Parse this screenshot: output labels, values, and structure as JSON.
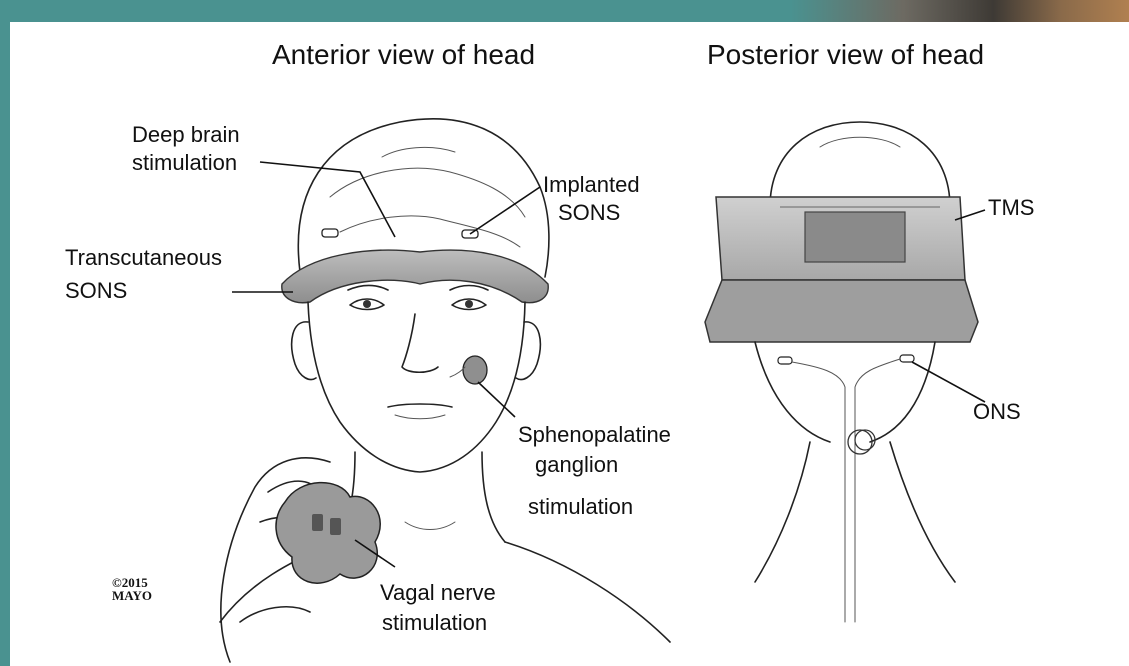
{
  "anterior": {
    "title": "Anterior view of head",
    "labels": {
      "dbs": [
        "Deep brain",
        "stimulation"
      ],
      "implanted_sons": [
        "Implanted",
        "SONS"
      ],
      "transcutaneous_sons": [
        "Transcutaneous",
        "SONS"
      ],
      "sphenopalatine": [
        "Sphenopalatine",
        "ganglion",
        "stimulation"
      ],
      "vagal": [
        "Vagal nerve",
        "stimulation"
      ]
    },
    "copyright": [
      "©2015",
      "MAYO"
    ]
  },
  "posterior": {
    "title": "Posterior view of head",
    "labels": {
      "tms": "TMS",
      "ons": "ONS"
    }
  },
  "colors": {
    "frame": "#4a9290",
    "device_gray": "#9a9a9a",
    "line": "#222222"
  }
}
